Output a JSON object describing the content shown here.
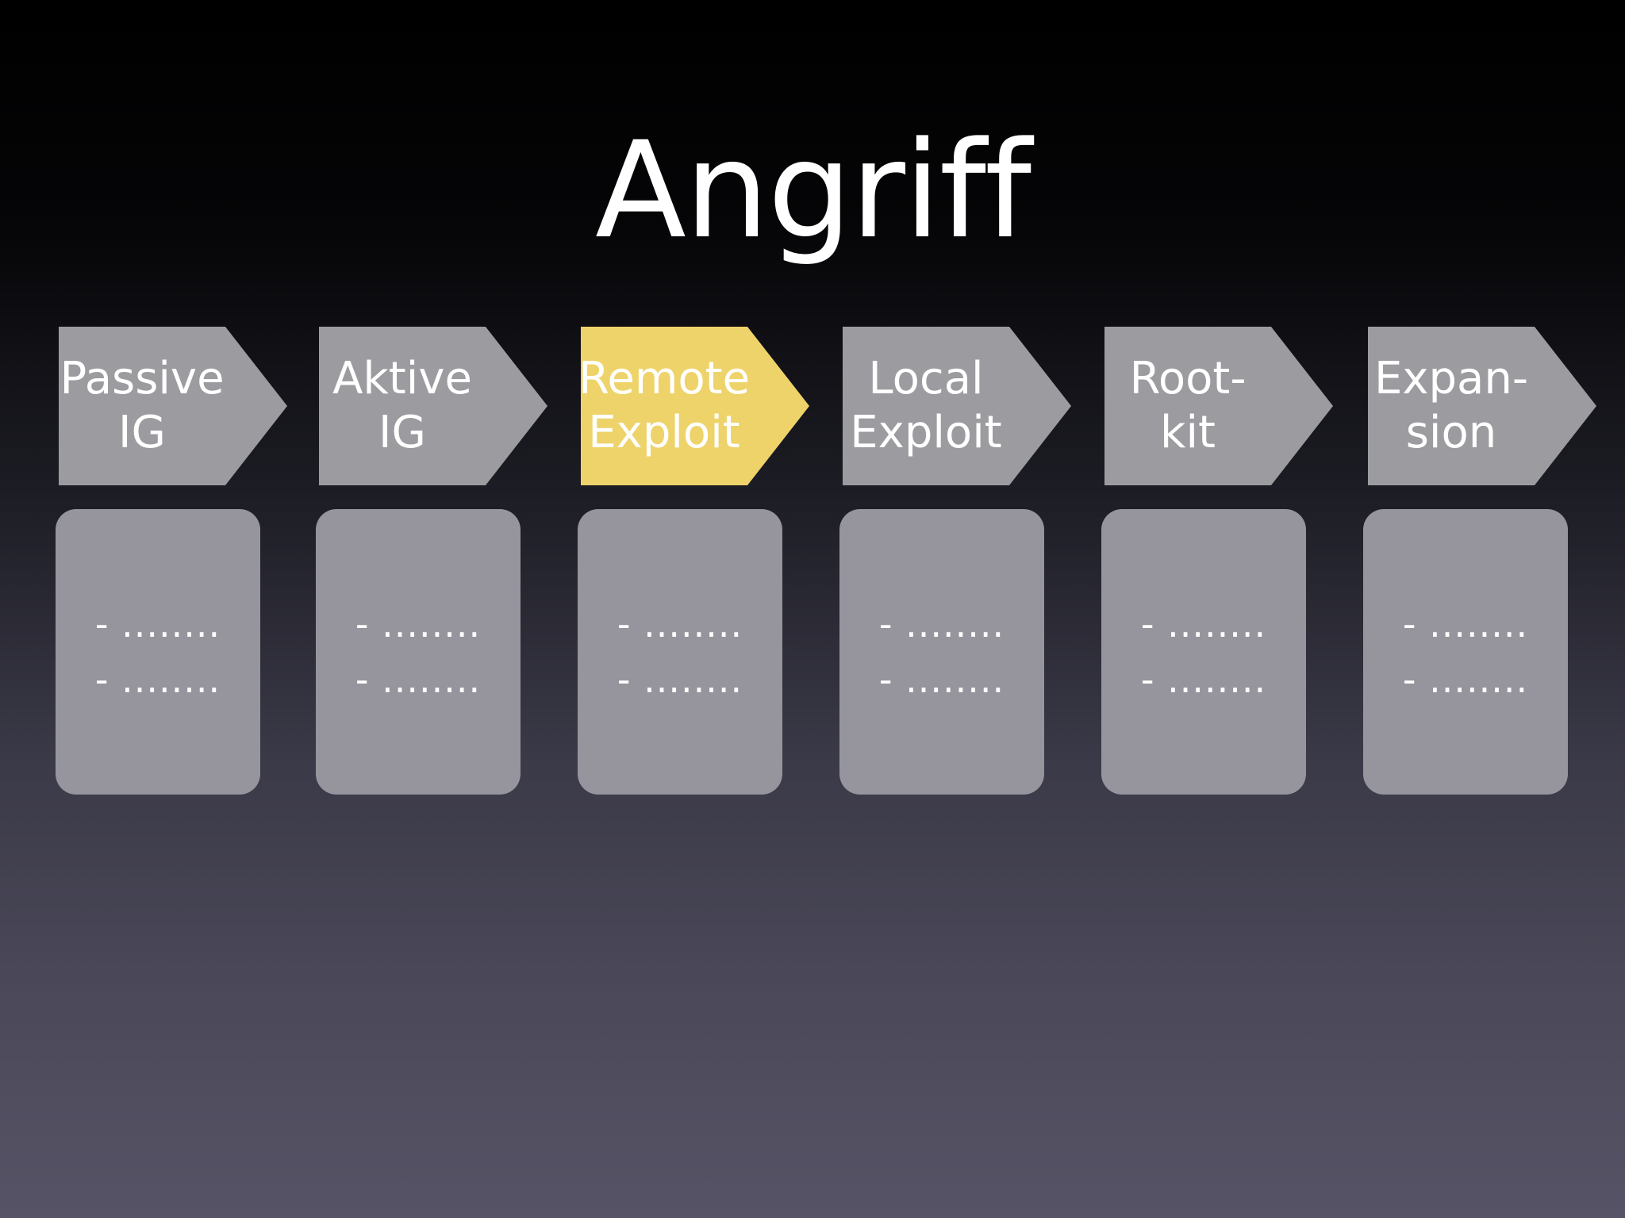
{
  "title": "Angriff",
  "colors": {
    "stage_default": "#9c9ba0",
    "stage_highlight": "#eed36a",
    "card_fill": "#96959e",
    "text": "#ffffff"
  },
  "stages": [
    {
      "line1": "Passive",
      "line2": "IG",
      "highlighted": false,
      "bullets": [
        "- ........",
        "- ........"
      ]
    },
    {
      "line1": "Aktive",
      "line2": "IG",
      "highlighted": false,
      "bullets": [
        "- ........",
        "- ........"
      ]
    },
    {
      "line1": "Remote",
      "line2": "Exploit",
      "highlighted": true,
      "bullets": [
        "- ........",
        "- ........"
      ]
    },
    {
      "line1": "Local",
      "line2": "Exploit",
      "highlighted": false,
      "bullets": [
        "- ........",
        "- ........"
      ]
    },
    {
      "line1": "Root-",
      "line2": "kit",
      "highlighted": false,
      "bullets": [
        "- ........",
        "- ........"
      ]
    },
    {
      "line1": "Expan-",
      "line2": "sion",
      "highlighted": false,
      "bullets": [
        "- ........",
        "- ........"
      ]
    }
  ]
}
